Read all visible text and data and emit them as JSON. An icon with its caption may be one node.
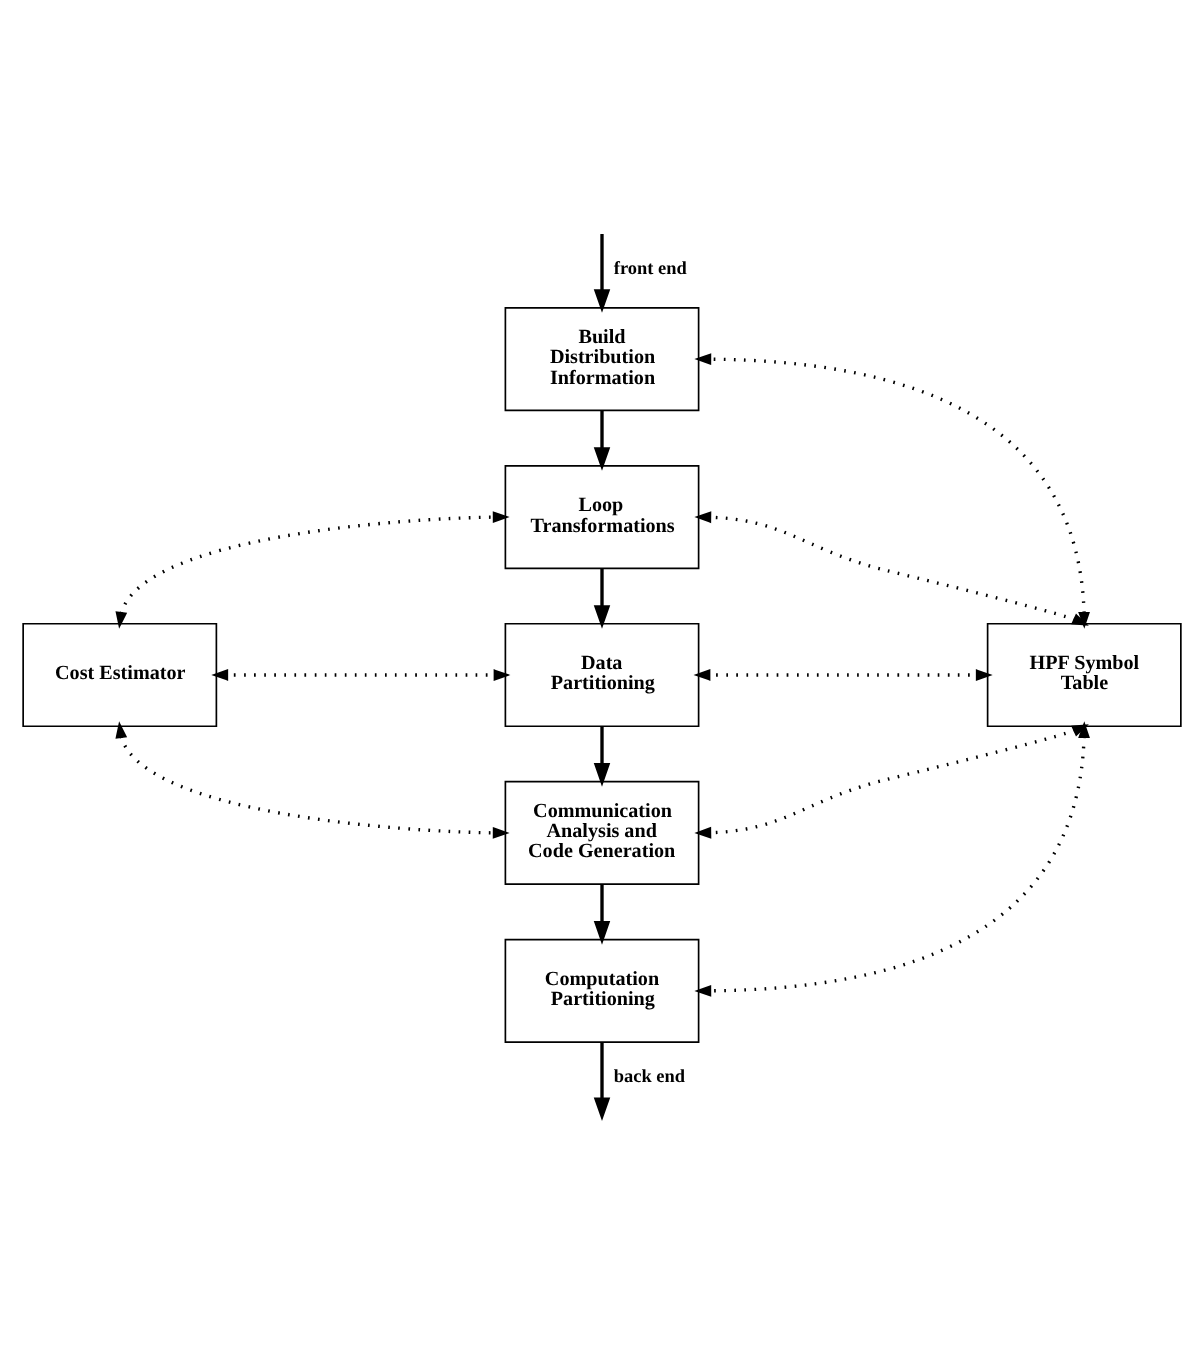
{
  "diagram": {
    "nodes": [
      {
        "text": [
          "Build Distribution Information"
        ]
      },
      {
        "text": [
          "Loop Transformations"
        ]
      },
      {
        "text": [
          "Cost Estimator"
        ]
      },
      {
        "text": [
          "Data Partitioning"
        ]
      },
      {
        "text": [
          "HPF Symbol Table"
        ]
      },
      {
        "text": [
          "Communication Analysis and Code Generation"
        ]
      },
      {
        "text": [
          "Computation Partitioning"
        ]
      }
    ],
    "edges": [
      {
        "from": null,
        "to": 0,
        "arrow": "to",
        "label": "front end"
      },
      {
        "from": 0,
        "to": 1,
        "arrow": "to"
      },
      {
        "from": 1,
        "to": 3,
        "arrow": "to"
      },
      {
        "from": 3,
        "to": 5,
        "arrow": "to"
      },
      {
        "from": 5,
        "to": 6,
        "arrow": "to"
      },
      {
        "from": 6,
        "to": null,
        "arrow": "to",
        "label": "back end"
      },
      {
        "from": 4,
        "to": 0,
        "arrow": "both",
        "style": "dashed"
      },
      {
        "from": 4,
        "to": 1,
        "arrow": "both",
        "style": "dashed"
      },
      {
        "from": 2,
        "to": 1,
        "arrow": "both",
        "style": "dashed"
      },
      {
        "from": 2,
        "to": 3,
        "arrow": "both",
        "style": "dashed"
      },
      {
        "from": 3,
        "to": 4,
        "arrow": "both",
        "style": "dashed"
      },
      {
        "from": 2,
        "to": 5,
        "arrow": "both",
        "style": "dashed"
      },
      {
        "from": 4,
        "to": 5,
        "arrow": "both",
        "style": "dashed"
      },
      {
        "from": 4,
        "to": 6,
        "arrow": "both",
        "style": "dashed"
      }
    ]
  }
}
